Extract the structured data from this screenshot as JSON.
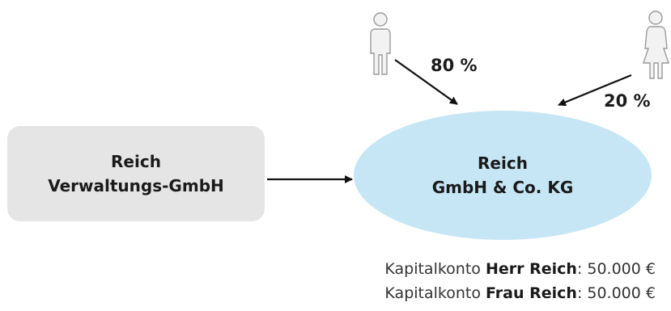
{
  "diagram": {
    "gmbh": {
      "line1": "Reich",
      "line2": "Verwaltungs-GmbH"
    },
    "kg": {
      "line1": "Reich",
      "line2": "GmbH & Co. KG"
    },
    "shares": {
      "herr": "80 %",
      "frau": "20 %"
    },
    "capital_accounts": [
      {
        "prefix": "Kapitalkonto ",
        "name": "Herr Reich",
        "suffix": ": 50.000 €"
      },
      {
        "prefix": "Kapitalkonto ",
        "name": "Frau Reich",
        "suffix": ": 50.000 €"
      }
    ]
  },
  "icons": {
    "partner_male": "man-icon",
    "partner_female": "woman-icon"
  },
  "colors": {
    "gmbh_fill": "#e5e5e5",
    "kg_fill": "#c6e6f6",
    "figure_fill": "#f2f2f2",
    "figure_stroke": "#9a9a9a"
  }
}
